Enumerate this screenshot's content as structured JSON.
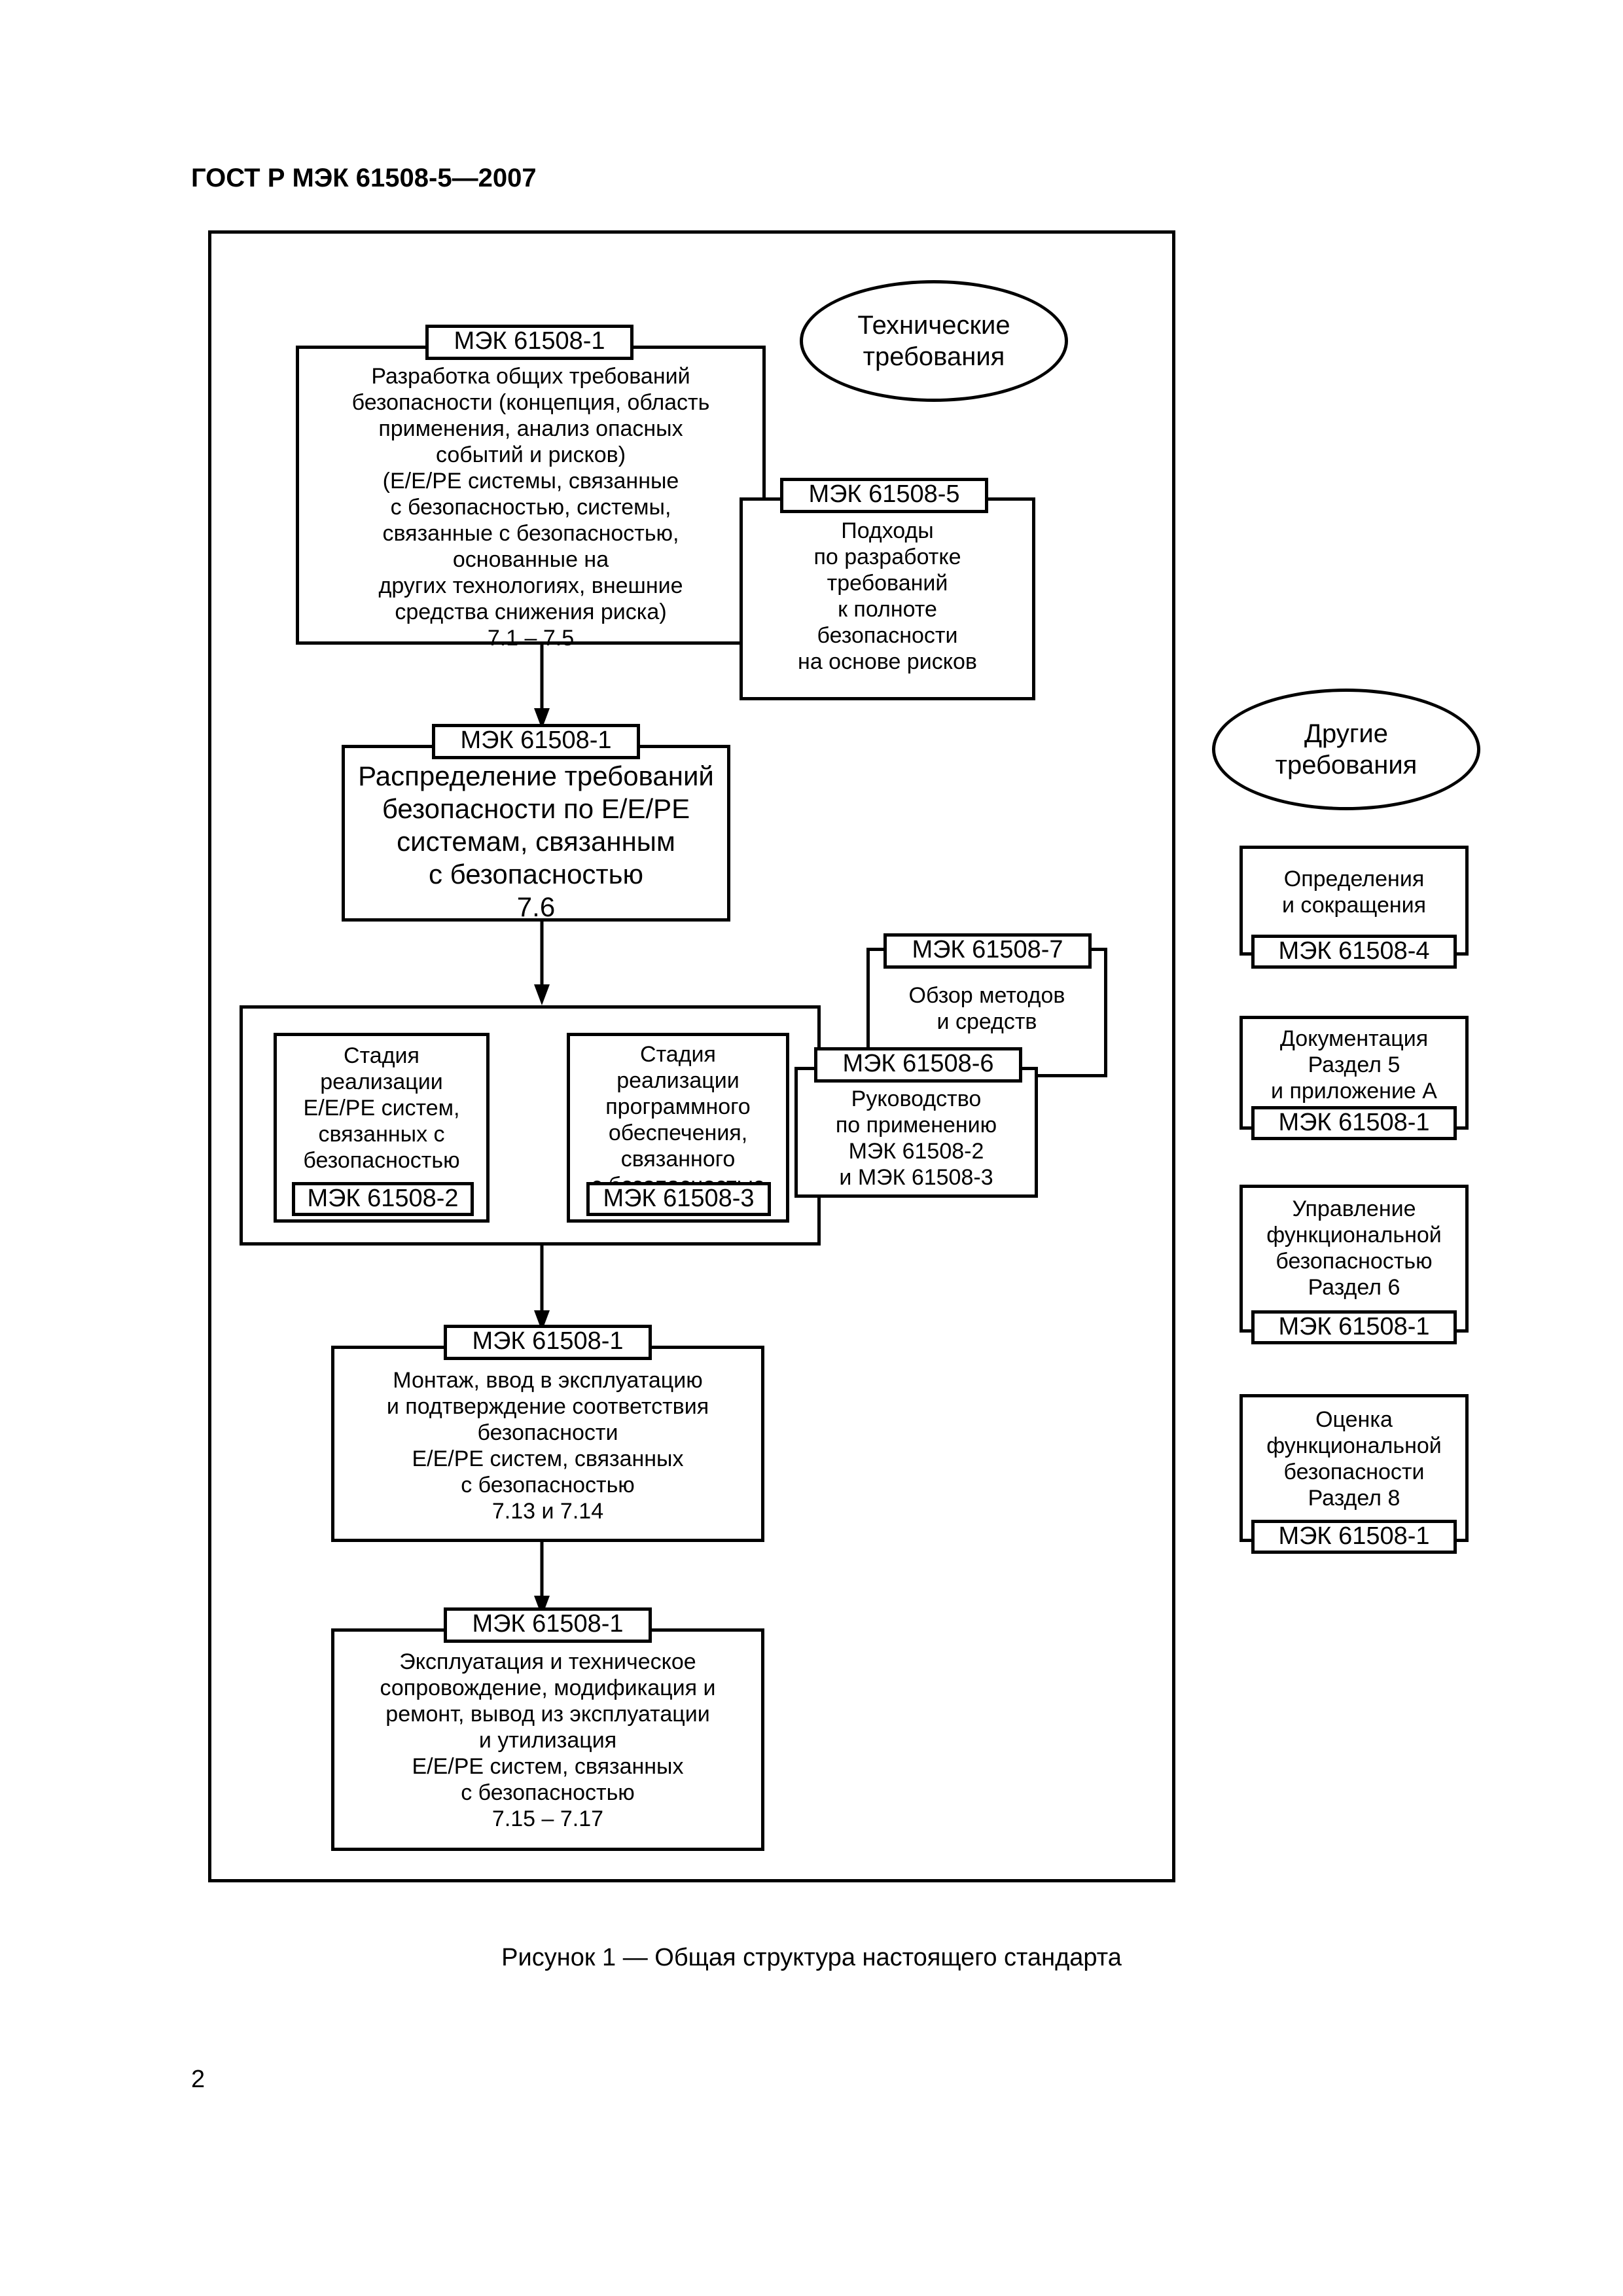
{
  "header": {
    "title": "ГОСТ Р МЭК 61508-5—2007"
  },
  "ellipses": {
    "technical": "Технические\nтребования",
    "other": "Другие\nтребования"
  },
  "main": {
    "b1": {
      "tag": "МЭК 61508-1",
      "text": "Разработка общих требований\nбезопасности (концепция, область\nприменения, анализ опасных\nсобытий и рисков)\n(Е/Е/РЕ системы, связанные\nс безопасностью, системы,\nсвязанные с безопасностью,\nоснованные на\nдругих технологиях, внешние\nсредства снижения риска)\n7.1 – 7.5"
    },
    "b5": {
      "tag": "МЭК 61508-5",
      "text": "Подходы\nпо разработке\nтребований\nк полноте\nбезопасности\nна основе рисков"
    },
    "b2": {
      "tag": "МЭК 61508-1",
      "text": "Распределение требований\nбезопасности по Е/Е/РЕ\nсистемам, связанным\nс безопасностью\n7.6"
    },
    "b7": {
      "tag": "МЭК 61508-7",
      "text": "Обзор методов\nи средств"
    },
    "b6": {
      "tag": "МЭК 61508-6",
      "text": "Руководство\nпо применению\nМЭК 61508-2\nи МЭК 61508-3"
    },
    "hw": {
      "tag": "МЭК 61508-2",
      "text": "Стадия\nреализации\nЕ/Е/РЕ систем,\nсвязанных с\nбезопасностью"
    },
    "sw": {
      "tag": "МЭК 61508-3",
      "text": "Стадия\nреализации\nпрограммного\nобеспечения,\nсвязанного\nс безопасностью"
    },
    "b3": {
      "tag": "МЭК 61508-1",
      "text": "Монтаж, ввод в эксплуатацию\nи подтверждение соответствия\nбезопасности\nЕ/Е/РЕ систем, связанных\nс безопасностью\n7.13 и 7.14"
    },
    "b4": {
      "tag": "МЭК 61508-1",
      "text": "Эксплуатация и техническое\nсопровождение, модификация и\nремонт, вывод из эксплуатации\nи утилизация\nЕ/Е/РЕ систем, связанных\nс безопасностью\n7.15 – 7.17"
    }
  },
  "side": {
    "s1": {
      "tag": "МЭК 61508-4",
      "text": "Определения\nи сокращения"
    },
    "s2": {
      "tag": "МЭК 61508-1",
      "text": "Документация\nРаздел 5\nи приложение А"
    },
    "s3": {
      "tag": "МЭК 61508-1",
      "text": "Управление\nфункциональной\nбезопасностью\nРаздел 6"
    },
    "s4": {
      "tag": "МЭК 61508-1",
      "text": "Оценка\nфункциональной\nбезопасности\nРаздел 8"
    }
  },
  "caption": "Рисунок 1 — Общая структура настоящего стандарта",
  "page_number": "2"
}
